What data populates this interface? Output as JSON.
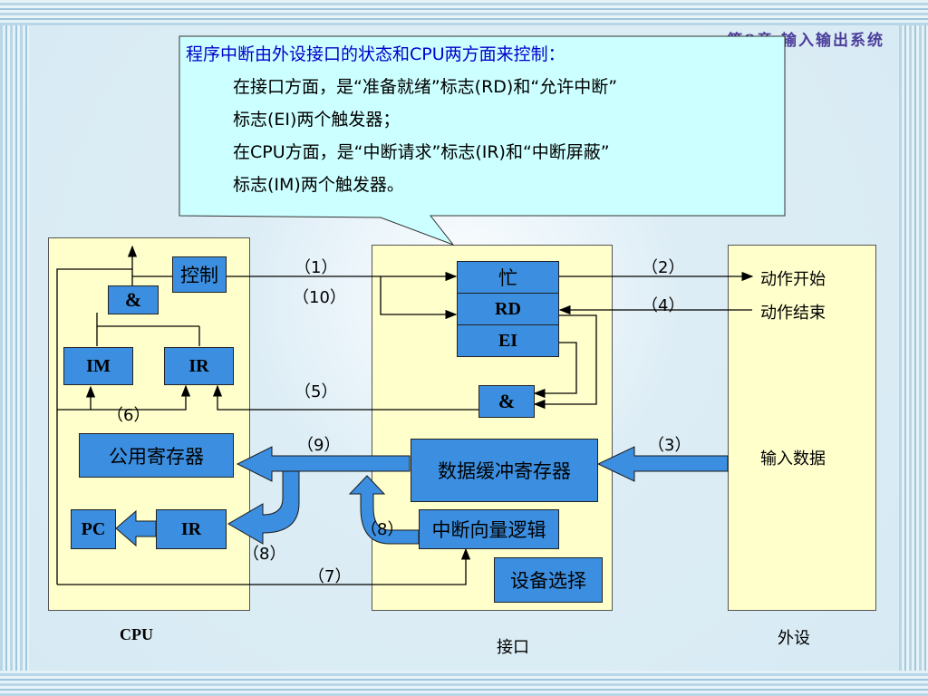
{
  "header": {
    "chapter": "第8章 输入输出系统"
  },
  "callout": {
    "line1": "程序中断由外设接口的状态和CPU两方面来控制：",
    "line2": "在接口方面，是“准备就绪”标志(RD)和“允许中断”",
    "line3": "标志(EI)两个触发器；",
    "line4": "在CPU方面，是“中断请求”标志(IR)和“中断屏蔽”",
    "line5": "标志(IM)两个触发器。"
  },
  "cpu": {
    "label": "CPU",
    "control": "控制",
    "and": "&",
    "im": "IM",
    "ir": "IR",
    "general_reg": "公用寄存器",
    "pc": "PC",
    "ir2": "IR"
  },
  "interface": {
    "label": "接口",
    "busy": "忙",
    "rd": "RD",
    "ei": "EI",
    "and": "&",
    "data_buffer": "数据缓冲寄存器",
    "vector_logic": "中断向量逻辑",
    "device_select": "设备选择"
  },
  "peripheral": {
    "label": "外设",
    "action_start": "动作开始",
    "action_end": "动作结束",
    "input_data": "输入数据"
  },
  "steps": {
    "s1": "（1）",
    "s2": "（2）",
    "s3": "（3）",
    "s4": "（4）",
    "s5": "（5）",
    "s6": "（6）",
    "s7": "（7）",
    "s8a": "（8）",
    "s8b": "（8）",
    "s9": "（9）",
    "s10": "（10）"
  },
  "colors": {
    "block": "#3c8fe0",
    "panel": "#ffffcc",
    "callout": "#ccffff",
    "big_arrow": "#3c8fe0"
  }
}
